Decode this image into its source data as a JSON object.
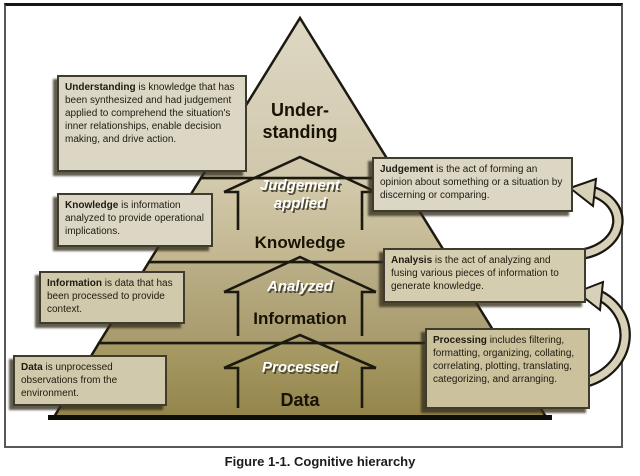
{
  "caption": "Figure 1-1. Cognitive hierarchy",
  "pyramid": {
    "understanding_label": [
      "Under-",
      "standing"
    ],
    "knowledge_label": "Knowledge",
    "information_label": "Information",
    "data_label": "Data",
    "arrow_judgement_applied": [
      "Judgement",
      "applied"
    ],
    "arrow_analyzed": "Analyzed",
    "arrow_processed": "Processed"
  },
  "callouts": {
    "understanding": {
      "term": "Understanding",
      "text": "is knowledge that has been synthesized and had judgement applied to comprehend the situation's inner relationships, enable decision making, and drive action."
    },
    "knowledge": {
      "term": "Knowledge",
      "text": "is information analyzed to provide operational implications."
    },
    "information": {
      "term": "Information",
      "text": "is data that has been processed to provide context."
    },
    "data": {
      "term": "Data",
      "text": "is unprocessed observations from the environment."
    },
    "judgement": {
      "term": "Judgement",
      "text": "is the act of forming an opinion about something or a situation by discerning or comparing."
    },
    "analysis": {
      "term": "Analysis",
      "text": "is the act of analyzing and fusing various pieces of information to generate knowledge."
    },
    "processing": {
      "term": "Processing",
      "text": "includes filtering, formatting, organizing, collating, correlating, plotting, translating, categorizing, and arranging."
    }
  },
  "colors": {
    "understanding_band": "#d7d0ba",
    "knowledge_band": "#cbc1a0",
    "information_band": "#b2a67c",
    "data_band": "#9e9059",
    "callout_fill": "#dad4c1",
    "outline": "#1c1910",
    "curved_arrow_fill": "#d8d1b9"
  }
}
